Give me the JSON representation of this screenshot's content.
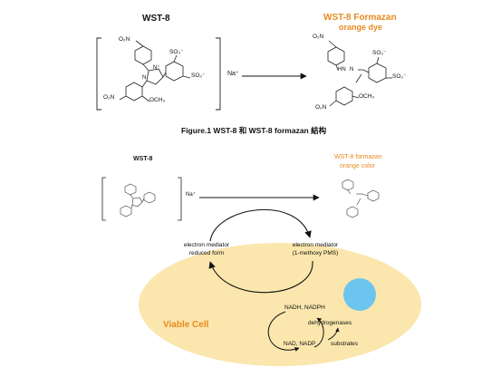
{
  "top": {
    "left_title": "WST-8",
    "right_title_line1": "WST-8  Formazan",
    "right_title_line2": "orange dye",
    "counter_ion": "Na⁺",
    "caption": "Figure.1 WST-8  和  WST-8 formazan  結构",
    "wst8_groups": {
      "no2_top": "O₂N",
      "so3_a": "SO₃⁻",
      "so3_b": "SO₃⁻",
      "no2_bottom": "O₂N",
      "och3": "OCH₃",
      "n_plus": "N⁺",
      "n": "N"
    },
    "formazan_groups": {
      "no2_top": "O₂N",
      "so3_a": "SO₃⁻",
      "so3_b": "SO₃⁻",
      "no2_bottom": "O₂N",
      "och3": "OCH₃",
      "nh": "HN",
      "n": "N"
    }
  },
  "bottom": {
    "left_title": "WST-8",
    "counter_ion": "Na⁺",
    "right_title_line1": "WST-8 formazan",
    "right_title_line2": "orange color",
    "mediator_reduced_line1": "electron mediator",
    "mediator_reduced_line2": "reduced form",
    "mediator_oxidized_line1": "electron mediator",
    "mediator_oxidized_line2": "(1-methoxy PMS)",
    "cell_label": "Viable Cell",
    "nadh": "NADH, NADPH",
    "dehydrogenases": "dehydrogenases",
    "nad": "NAD, NADP",
    "substrates": "substrates"
  },
  "colors": {
    "accent_orange": "#e98a1f",
    "cell_fill": "#fbe6ad",
    "nucleus_fill": "#6cc5ee"
  }
}
